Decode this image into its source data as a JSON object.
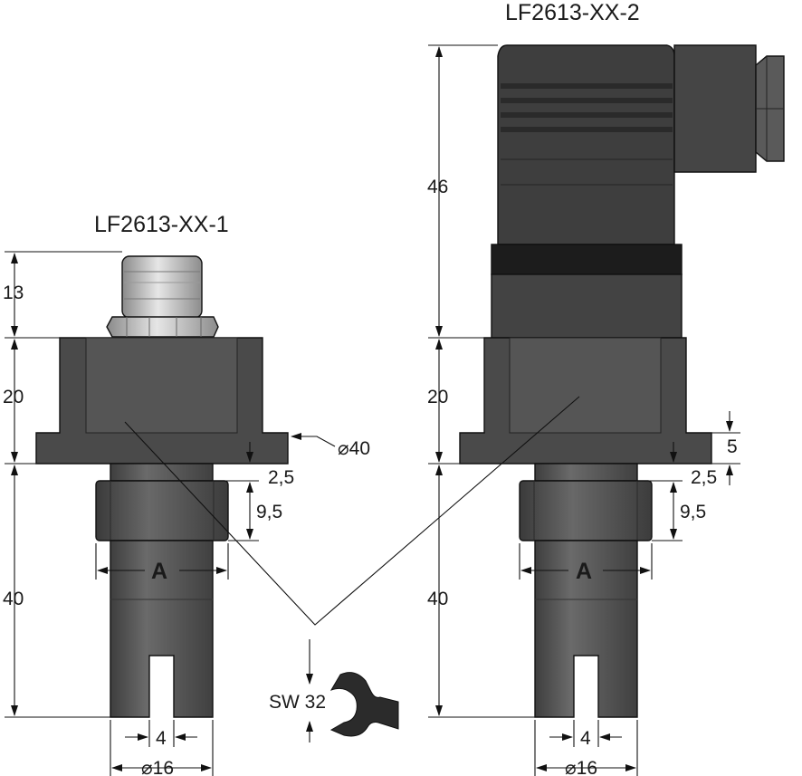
{
  "titles": {
    "left": "LF2613-XX-1",
    "right": "LF2613-XX-2"
  },
  "dimensions": {
    "left_top_connector": "13",
    "left_housing": "20",
    "left_shaft": "40",
    "flange_diameter": "⌀40",
    "left_gap": "2,5",
    "left_hex": "9,5",
    "left_across_flats": "A",
    "left_slot_width": "4",
    "left_shaft_diameter": "⌀16",
    "right_connector_height": "46",
    "right_housing": "20",
    "right_shaft": "40",
    "right_flange_thickness": "5",
    "right_gap": "2,5",
    "right_hex": "9,5",
    "right_across_flats": "A",
    "right_slot_width": "4",
    "right_shaft_diameter": "⌀16"
  },
  "wrench": {
    "label": "SW 32",
    "icon": "wrench-icon"
  },
  "colors": {
    "housing": "#4a4a4a",
    "shaft": "#565656",
    "connector_body": "#3e3e3e",
    "seal_band": "#1c1c1c",
    "metal_fitting": "#b5b5b5",
    "line": "#111111"
  }
}
